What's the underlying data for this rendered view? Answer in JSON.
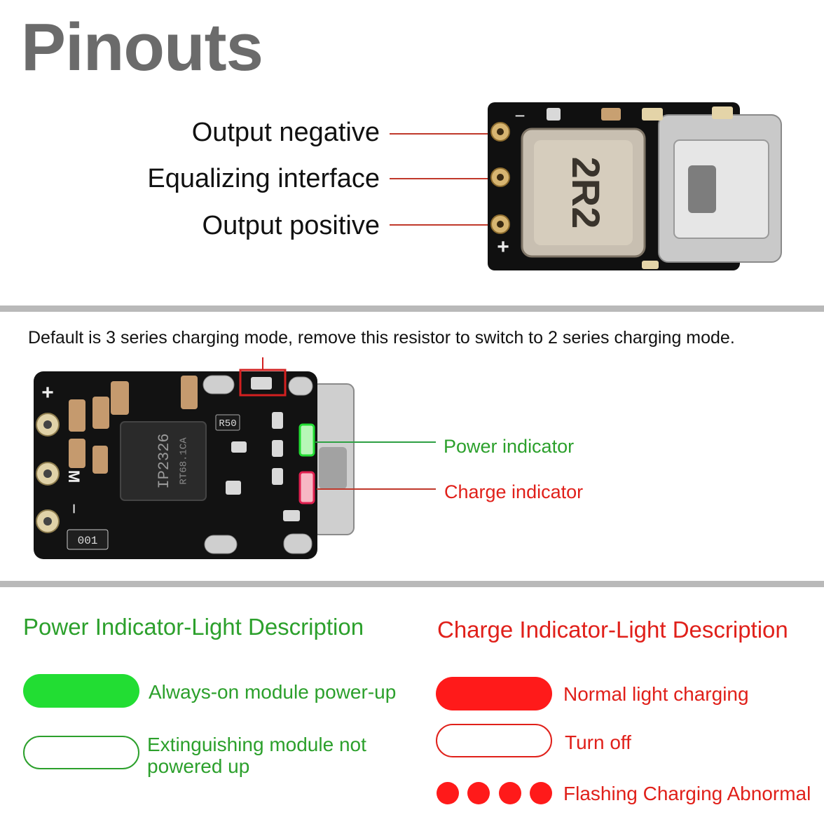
{
  "title": "Pinouts",
  "pins": [
    {
      "label": "Output negative"
    },
    {
      "label": "Equalizing interface"
    },
    {
      "label": "Output positive"
    }
  ],
  "top_board": {
    "inductor_marking": "2R2",
    "minus_mark": "−",
    "plus_mark": "+"
  },
  "note": "Default is 3 series charging mode, remove this resistor to switch to 2 series charging mode.",
  "bottom_board": {
    "chip_line1": "IP2326",
    "chip_line2": "RT68.1CA",
    "resistor_marking": "R50",
    "shunt_marking": "001",
    "plus_mark": "+",
    "m_mark": "M",
    "minus_mark": "−"
  },
  "indicators": {
    "power": "Power indicator",
    "charge": "Charge indicator"
  },
  "legend": {
    "power_heading": "Power Indicator-Light Description",
    "power_on": "Always-on module power-up",
    "power_off": "Extinguishing module not powered up",
    "charge_heading": "Charge Indicator-Light Description",
    "charge_on": "Normal light charging",
    "charge_off": "Turn off",
    "charge_flash": "Flashing Charging Abnormal"
  },
  "colors": {
    "green": "#22dd33",
    "red": "#ff1a1a",
    "title_gray": "#6b6b6b",
    "divider_gray": "#b9b9b9",
    "green_text": "#2ca02c",
    "red_text": "#e0201a"
  }
}
